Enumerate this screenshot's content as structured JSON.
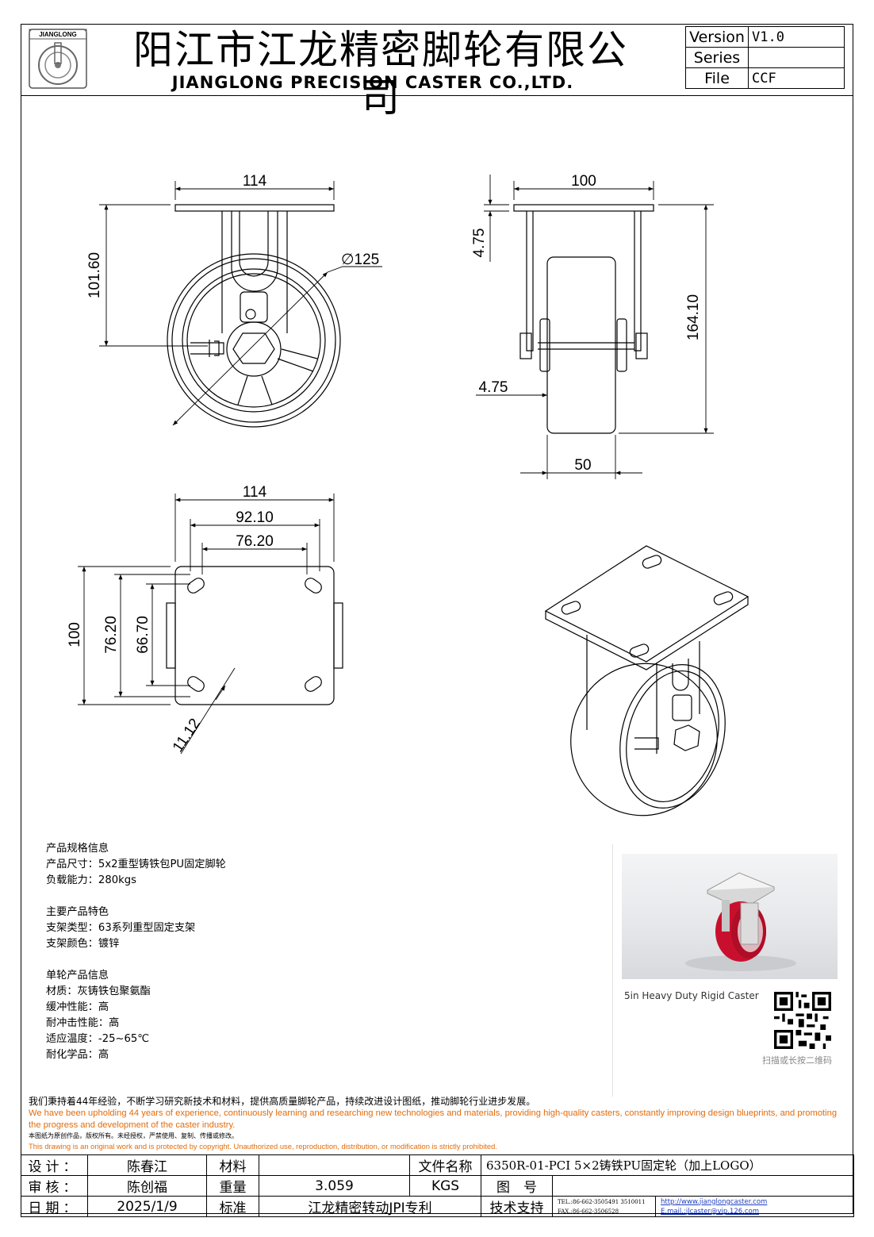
{
  "header": {
    "logo_text": "JIANGLONG",
    "company_cn": "阳江市江龙精密脚轮有限公司",
    "company_en": "JIANGLONG PRECISION CASTER CO.,LTD.",
    "version_label": "Version",
    "version_value": "V1.0",
    "series_label": "Series",
    "series_value": "",
    "file_label": "File",
    "file_value": "CCF"
  },
  "dimensions": {
    "front_width": "114",
    "front_height": "101.60",
    "front_diameter": "∅125",
    "side_width": "100",
    "side_plate_thk": "4.75",
    "side_axle_offset": "4.75",
    "side_height": "164.10",
    "side_wheel_width": "50",
    "top_width": "114",
    "top_hole_span": "92.10",
    "top_hole_pitch": "76.20",
    "top_height": "100",
    "top_hole_pitch_v": "76.20",
    "top_hole_span_v": "66.70",
    "top_slot": "11.12"
  },
  "specs": {
    "group1_title": "产品规格信息",
    "size": "产品尺寸：5x2重型铸铁包PU固定脚轮",
    "load": "负载能力：280kgs",
    "group2_title": "主要产品特色",
    "bracket_type": "支架类型：63系列重型固定支架",
    "bracket_color": "支架颜色：镀锌",
    "group3_title": "单轮产品信息",
    "material": "材质：灰铸铁包聚氨酯",
    "cushion": "缓冲性能：高",
    "impact": "耐冲击性能：高",
    "temp": "适应温度：-25~65℃",
    "chem": "耐化学品：高"
  },
  "photo": {
    "caption": "5in Heavy Duty Rigid Caster",
    "qr_caption": "扫描或长按二维码"
  },
  "statement": {
    "cn": "我们秉持着44年经验，不断学习研究新技术和材料，提供高质量脚轮产品，持续改进设计图纸，推动脚轮行业进步发展。",
    "en": "We have been upholding 44 years of experience, continuously learning and researching new technologies and materials, providing high-quality casters, constantly improving design blueprints, and promoting the progress and development of the caster industry.",
    "copy_cn": "本图纸为原创作品，版权所有。未经授权，严禁使用、复制、传播或修改。",
    "copy_en": "This drawing is an original work and is protected by copyright. Unauthorized use, reproduction, distribution, or modification is strictly prohibited."
  },
  "titleblock": {
    "design_label": "设计：",
    "designer": "陈春江",
    "material_label": "材料",
    "material_value": "",
    "filename_label": "文件名称",
    "filename_value": "6350R-01-PCI 5×2铸铁PU固定轮（加上LOGO）",
    "review_label": "审核：",
    "reviewer": "陈创福",
    "weight_label": "重量",
    "weight_value": "3.059",
    "weight_unit": "KGS",
    "drawing_no_label": "图　号",
    "drawing_no_value": "",
    "date_label": "日期：",
    "date_value": "2025/1/9",
    "standard_label": "标准",
    "standard_value": "江龙精密转动JPI专利",
    "support_label": "技术支持",
    "tel": "TEL.:86-662-3505491 3510011",
    "fax": "FAX.:86-662-3506528",
    "web": "http://www.jianglongcaster.com",
    "email": "E.mail.:jlcaster@vip.126.com"
  },
  "colors": {
    "ink": "#000000",
    "accent": "#e36c0a",
    "link": "#1f3fbf",
    "wheel": "#c8102e"
  }
}
